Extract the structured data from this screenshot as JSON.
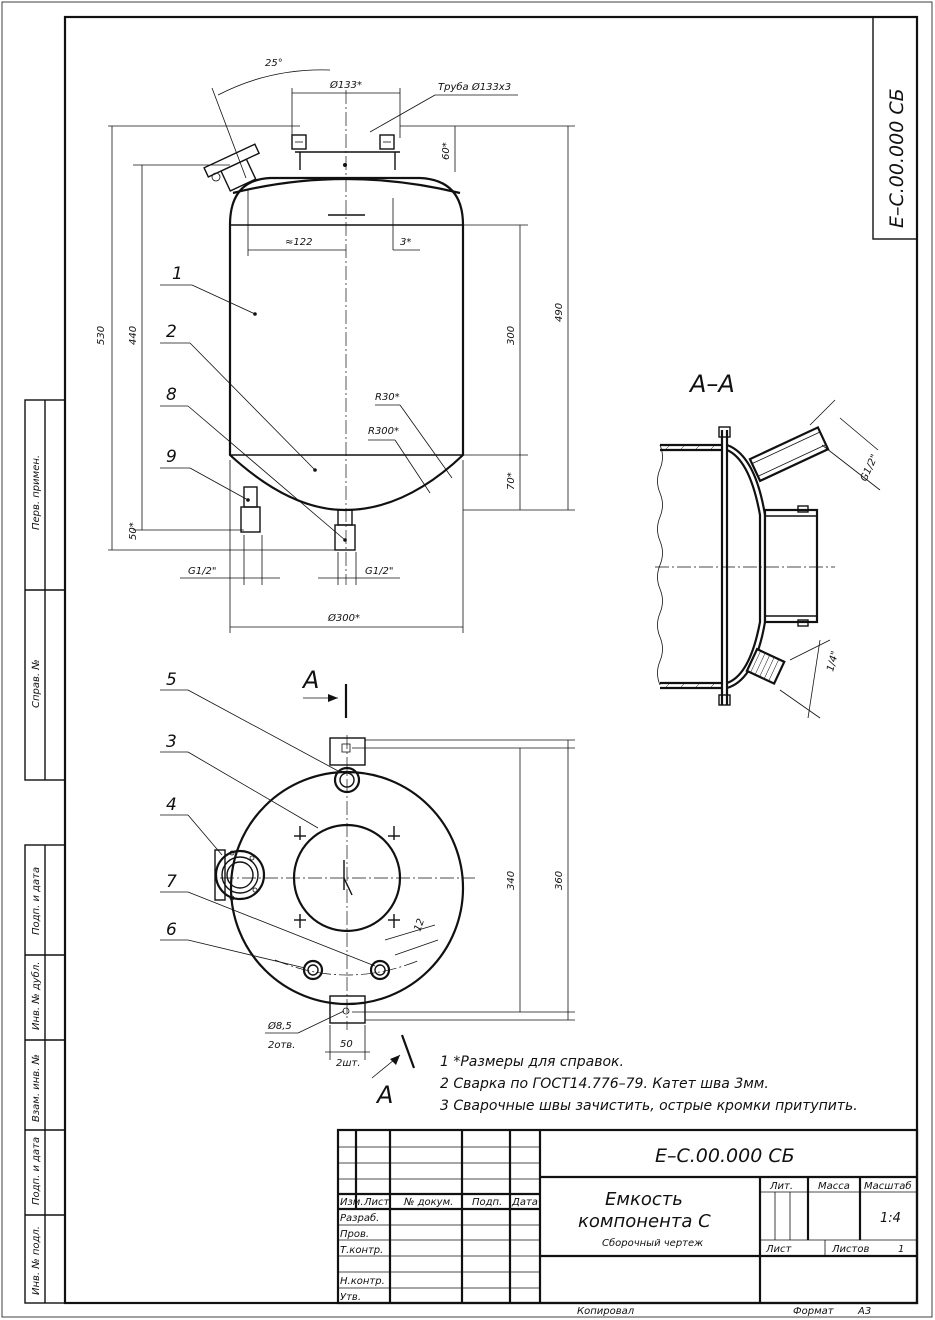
{
  "document": {
    "code": "Е–С.00.000 СБ",
    "code_corner": "Е–С.00.000 СБ",
    "title_line1": "Емкость",
    "title_line2": "компонента С",
    "doc_type": "Сборочный чертеж",
    "scale": "1:4",
    "sheets_label": "Листов",
    "sheets_value": "1",
    "sheet_label": "Лист",
    "lit_label": "Лит.",
    "mass_label": "Масса",
    "scale_label": "Масштаб",
    "copied_label": "Копировал",
    "format_label": "Формат",
    "format_value": "А3"
  },
  "stamp_header": {
    "izm": "Изм.",
    "list": "Лист",
    "doc_no": "№ докум.",
    "sign": "Подп.",
    "date": "Дата"
  },
  "stamp_roles": [
    "Разраб.",
    "Пров.",
    "Т.контр.",
    "Н.контр.",
    "Утв."
  ],
  "side_columns": [
    "Перв. примен.",
    "Справ. №",
    "Подп. и дата",
    "Инв. № дубл.",
    "Взам. инв. №",
    "Подп. и дата",
    "Инв. № подл."
  ],
  "dimensions": {
    "angle": "25°",
    "d133": "Ø133*",
    "pipe": "Труба Ø133х3",
    "h60": "60*",
    "w122": "≈122",
    "h3": "3*",
    "h530": "530",
    "h440": "440",
    "h490": "490",
    "h300": "300",
    "r30": "R30*",
    "r300": "R300*",
    "h70": "70*",
    "h50": "50*",
    "g1": "G1/2\"",
    "g2": "G1/2\"",
    "d300": "Ø300*",
    "h340": "340",
    "h360": "360",
    "w12": "12",
    "d85": "Ø8,5",
    "holes": "2отв.",
    "w50": "50",
    "pcs": "2шт.",
    "sec_g1": "G1/2\"",
    "sec_g2": "1/4\""
  },
  "section": {
    "title": "А–А",
    "arrow_a_top": "А",
    "arrow_a_bottom": "А"
  },
  "callouts": [
    "1",
    "2",
    "8",
    "9",
    "5",
    "3",
    "4",
    "7",
    "6"
  ],
  "notes": [
    "1  *Размеры для справок.",
    "2  Сварка по ГОСТ14.776–79. Катет шва 3мм.",
    "3  Сварочные швы зачистить, острые кромки притупить."
  ]
}
